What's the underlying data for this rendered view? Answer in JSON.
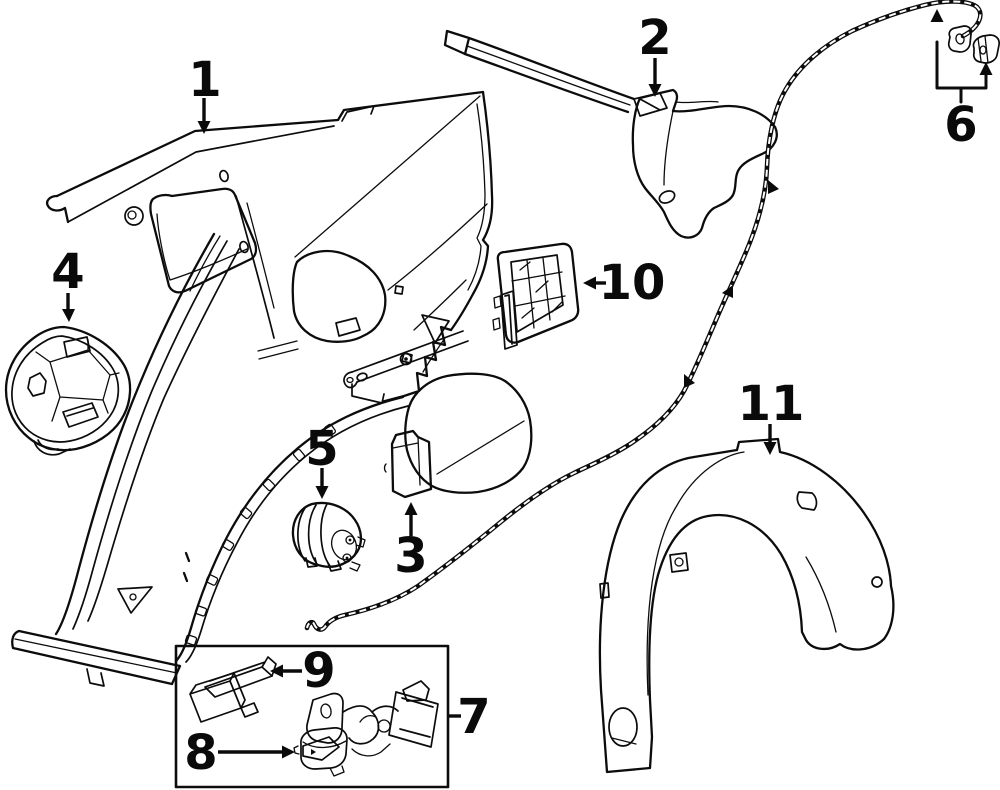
{
  "diagram": {
    "colors": {
      "background": "#ffffff",
      "line": "#0c0c0c",
      "label": "#0a0a0a"
    }
  },
  "callouts": {
    "c1": "1",
    "c2": "2",
    "c3": "3",
    "c4": "4",
    "c5": "5",
    "c6": "6",
    "c7": "7",
    "c8": "8",
    "c9": "9",
    "c10": "10",
    "c11": "11"
  }
}
